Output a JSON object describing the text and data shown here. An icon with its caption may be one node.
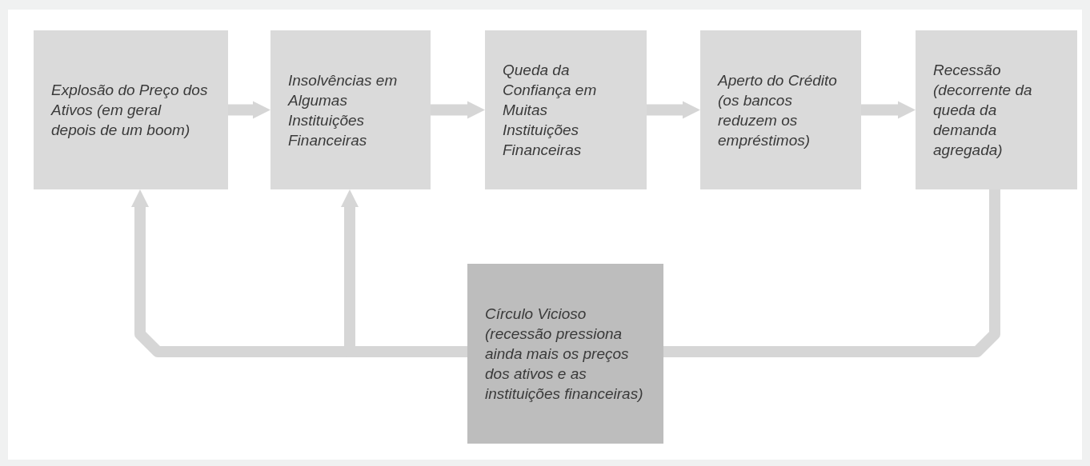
{
  "diagram": {
    "nodes": [
      {
        "text": [
          "Explosão do Preço dos Ativos (em geral depois de um boom)"
        ]
      },
      {
        "text": [
          "Insolvências em Algumas Instituições Financeiras"
        ]
      },
      {
        "text": [
          "Queda da Confiança em Muitas Instituições Financeiras"
        ]
      },
      {
        "text": [
          "Aperto do Crédito (os bancos reduzem os empréstimos)"
        ]
      },
      {
        "text": [
          "Recessão (decorrente da queda da demanda agregada)"
        ]
      },
      {
        "text": [
          "Círculo Vicioso (recessão pressiona ainda mais os preços dos ativos e as instituições financeiras)"
        ]
      }
    ],
    "edges": [
      {
        "from": 0,
        "to": 1,
        "arrow": "to"
      },
      {
        "from": 1,
        "to": 2,
        "arrow": "to"
      },
      {
        "from": 2,
        "to": 3,
        "arrow": "to"
      },
      {
        "from": 3,
        "to": 4,
        "arrow": "to"
      },
      {
        "from": 4,
        "to": 5,
        "arrow": "none"
      },
      {
        "from": 5,
        "to": 0,
        "arrow": "to"
      },
      {
        "from": 5,
        "to": 1,
        "arrow": "to"
      }
    ]
  }
}
